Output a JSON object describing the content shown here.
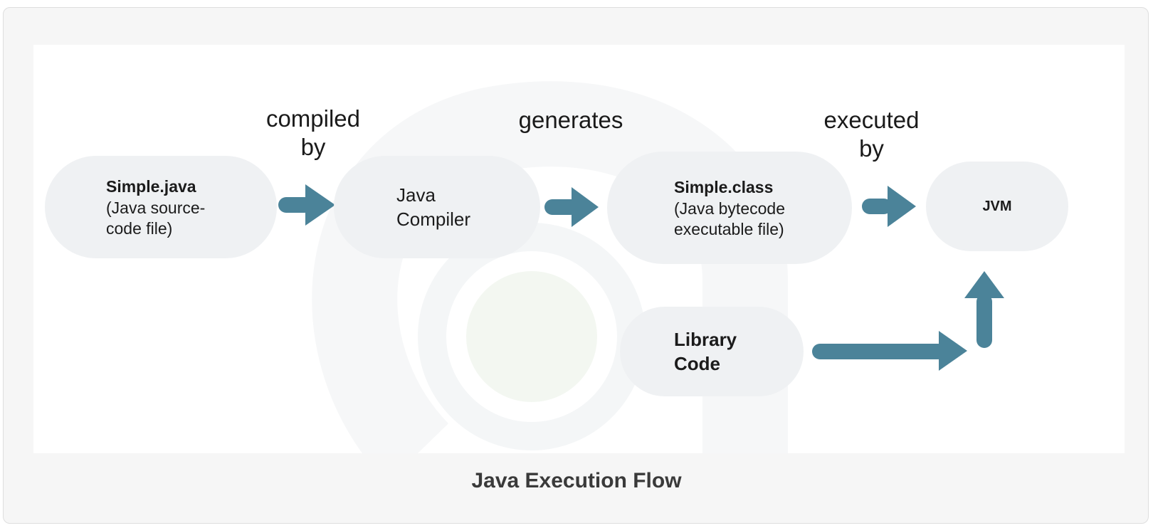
{
  "diagram": {
    "nodes": {
      "source": {
        "title": "Simple.java",
        "desc": "(Java source-code file)"
      },
      "compiler": {
        "label": "Java Compiler"
      },
      "bytecode": {
        "title": "Simple.class",
        "desc": "(Java bytecode executable file)"
      },
      "jvm": {
        "title": "JVM"
      },
      "library": {
        "title": "Library Code"
      }
    },
    "edges": {
      "compiled": "compiled by",
      "generates": "generates",
      "executed": "executed by"
    },
    "arrow_color": "#4b8399",
    "node_color": "#eff1f3"
  },
  "caption": "Java Execution Flow"
}
